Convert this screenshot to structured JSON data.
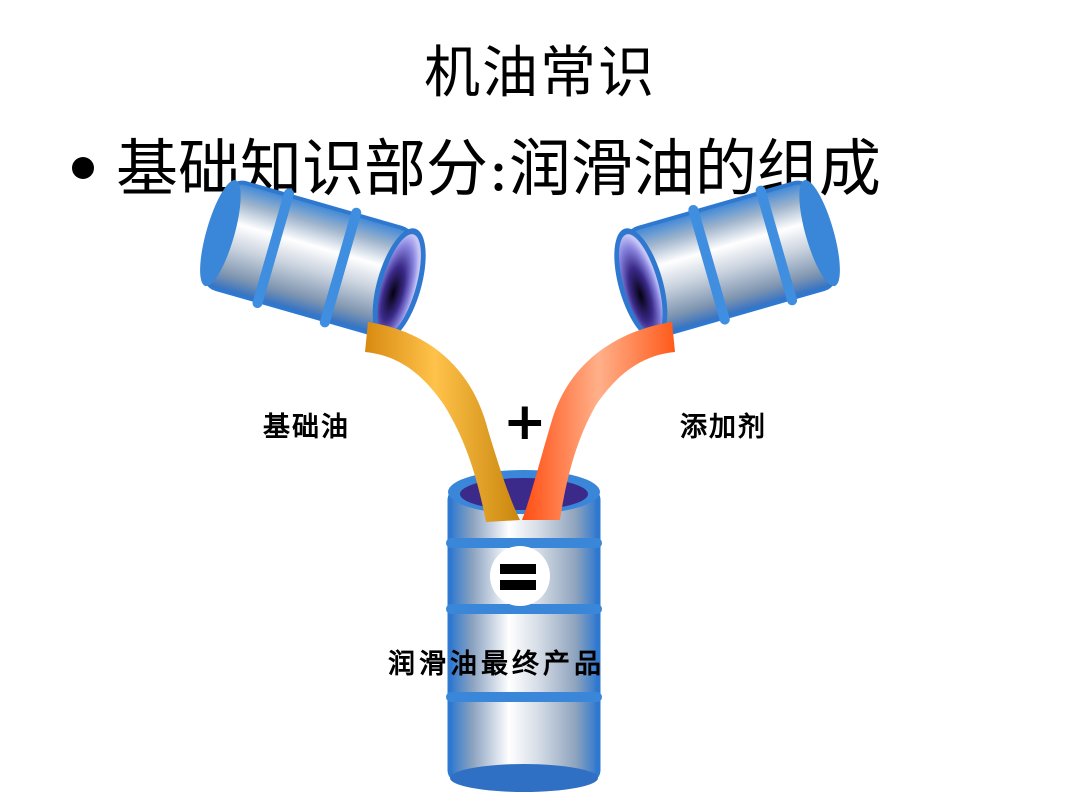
{
  "slide": {
    "title": "机油常识",
    "bullet": "基础知识部分:润滑油的组成"
  },
  "diagram": {
    "left_label": "基础油",
    "right_label": "添加剂",
    "result_label": "润滑油最终产品",
    "plus_symbol": "+",
    "equals_symbol": "="
  },
  "colors": {
    "barrel_blue": "#2f7fd6",
    "barrel_silver": "#e8ecf2",
    "base_oil": "#e8a020",
    "additive": "#ff5a1a",
    "barrel_interior": "#3b2a8a"
  }
}
